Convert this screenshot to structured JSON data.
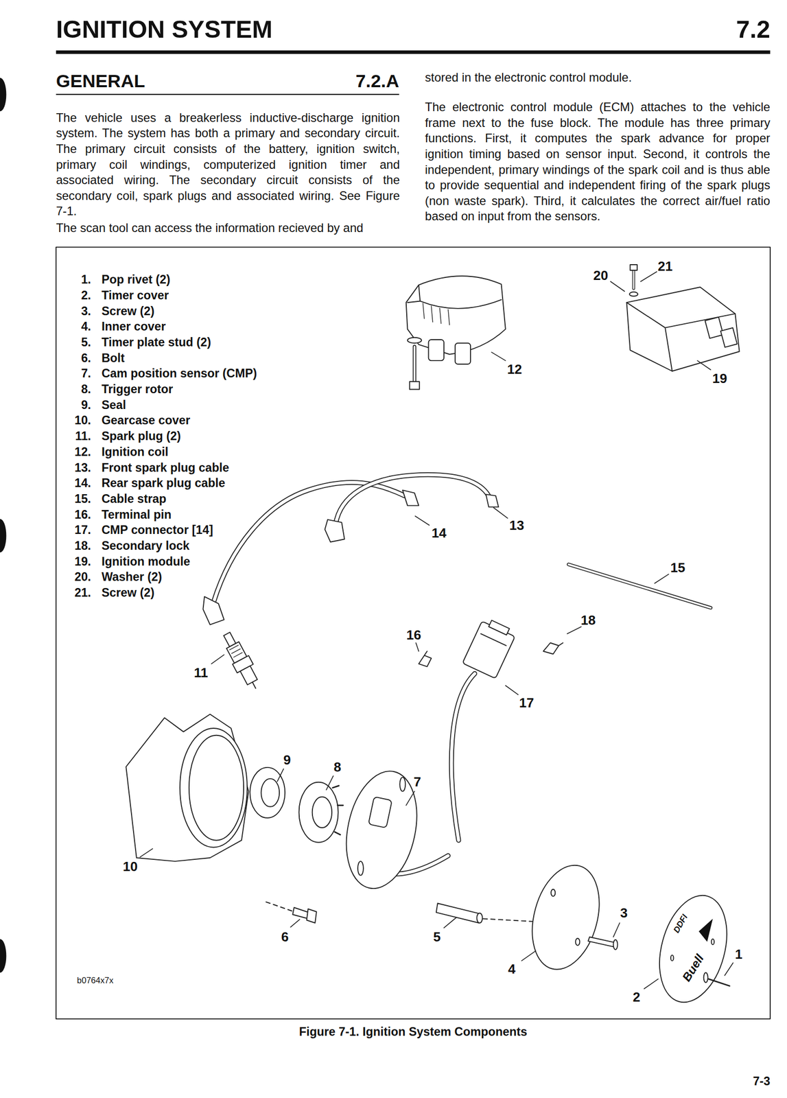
{
  "diagram": {
    "title": "IGNITION SYSTEM",
    "caption": "Figure 7-1. Ignition System Components",
    "labels": [
      "7.2",
      "GENERAL",
      "7.2.A",
      "The vehicle uses a breakerless inductive-discharge ignition system. The system has both a primary and secondary circuit. The primary circuit consists of the battery, ignition switch, primary coil windings, computerized ignition timer and associated wiring. The secondary circuit consists of the secondary coil, spark plugs and associated wiring. See Figure 7-1.",
      "The scan tool can access the information recieved by and",
      "stored in the electronic control module.",
      "The electronic control module (ECM) attaches to the vehicle frame next to the fuse block. The module has three primary functions. First, it computes the spark advance for proper ignition timing based on sensor input. Second, it controls the independent, primary windings of the spark coil and is thus able to provide sequential and independent firing of the spark plugs (non waste spark). Third, it calculates the correct air/fuel ratio based on input from the sensors.",
      "1.",
      "Pop rivet (2)",
      "2.",
      "Timer cover",
      "3.",
      "Screw (2)",
      "4.",
      "Inner cover",
      "5.",
      "Timer plate stud (2)",
      "6.",
      "Bolt",
      "7.",
      "Cam position sensor (CMP)",
      "8.",
      "Trigger rotor",
      "9.",
      "Seal",
      "10.",
      "Gearcase cover",
      "11.",
      "Spark plug (2)",
      "12.",
      "Ignition coil",
      "13.",
      "Front spark plug cable",
      "14.",
      "Rear spark plug cable",
      "15.",
      "Cable strap",
      "16.",
      "Terminal pin",
      "17.",
      "CMP connector [14]",
      "18.",
      "Secondary lock",
      "19.",
      "Ignition module",
      "20.",
      "Washer (2)",
      "21.",
      "Screw (2)",
      "1",
      "2",
      "3",
      "4",
      "5",
      "6",
      "7",
      "8",
      "9",
      "10",
      "11",
      "12",
      "13",
      "14",
      "15",
      "16",
      "17",
      "18",
      "19",
      "20",
      "21",
      "DDFI",
      "Buell",
      "b0764x7x",
      "7-3"
    ]
  }
}
